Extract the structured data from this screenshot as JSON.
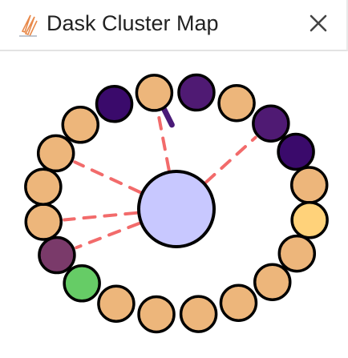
{
  "window": {
    "title": "Dask Cluster Map",
    "icon": "dask-logo-icon",
    "close_icon": "close-icon"
  },
  "cluster_map": {
    "scheduler": {
      "color": "#c8c8ff",
      "stroke": "#000000"
    },
    "worker_colors": {
      "idle": "#edb67b",
      "busy_dark": "#3a0a6b",
      "busy_mid": "#4f1a73",
      "memory": "#7a3a6a",
      "ready": "#66cc66",
      "highlight": "#ffd27a"
    },
    "workers": [
      {
        "state": "busy_dark"
      },
      {
        "state": "idle"
      },
      {
        "state": "busy_mid"
      },
      {
        "state": "idle"
      },
      {
        "state": "busy_mid"
      },
      {
        "state": "busy_dark"
      },
      {
        "state": "idle"
      },
      {
        "state": "highlight"
      },
      {
        "state": "idle"
      },
      {
        "state": "idle"
      },
      {
        "state": "idle"
      },
      {
        "state": "idle"
      },
      {
        "state": "idle"
      },
      {
        "state": "idle"
      },
      {
        "state": "ready"
      },
      {
        "state": "memory"
      },
      {
        "state": "idle"
      },
      {
        "state": "idle"
      },
      {
        "state": "idle"
      },
      {
        "state": "idle"
      }
    ],
    "transfer_colors": {
      "dashed": "#f26b6b",
      "active": "#4a1a78"
    }
  }
}
